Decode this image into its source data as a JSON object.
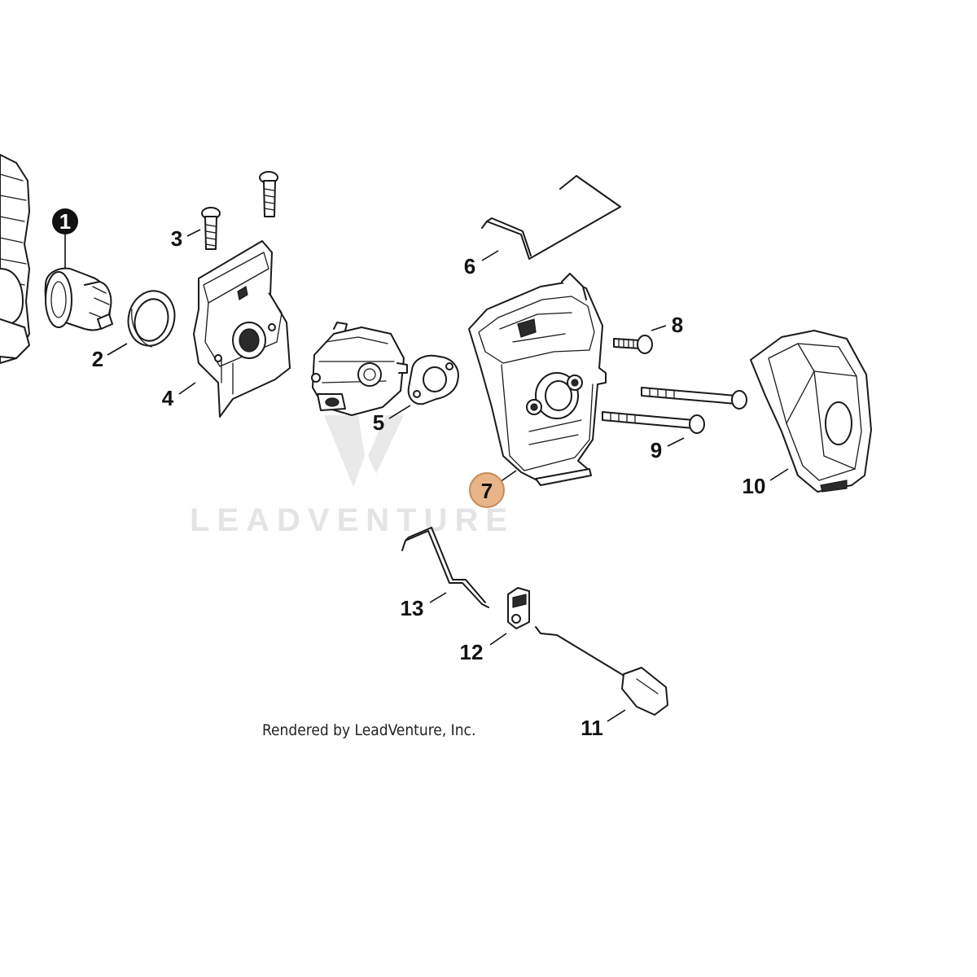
{
  "watermark": {
    "text": "LEADVENTURE"
  },
  "credit": {
    "text": "Rendered by LeadVenture, Inc."
  },
  "callouts": [
    {
      "id": "1",
      "label": "1",
      "style": "filled-black"
    },
    {
      "id": "2",
      "label": "2",
      "style": "plain"
    },
    {
      "id": "3",
      "label": "3",
      "style": "plain"
    },
    {
      "id": "4",
      "label": "4",
      "style": "plain"
    },
    {
      "id": "5",
      "label": "5",
      "style": "plain"
    },
    {
      "id": "6",
      "label": "6",
      "style": "plain"
    },
    {
      "id": "7",
      "label": "7",
      "style": "highlighted"
    },
    {
      "id": "8",
      "label": "8",
      "style": "plain"
    },
    {
      "id": "9",
      "label": "9",
      "style": "plain"
    },
    {
      "id": "10",
      "label": "10",
      "style": "plain"
    },
    {
      "id": "11",
      "label": "11",
      "style": "plain"
    },
    {
      "id": "12",
      "label": "12",
      "style": "plain"
    },
    {
      "id": "13",
      "label": "13",
      "style": "plain"
    }
  ],
  "colors": {
    "highlight_fill": "#e8b48a",
    "highlight_stroke": "#c98a55",
    "callout_dark": "#111111",
    "watermark": "#e4e4e4"
  }
}
